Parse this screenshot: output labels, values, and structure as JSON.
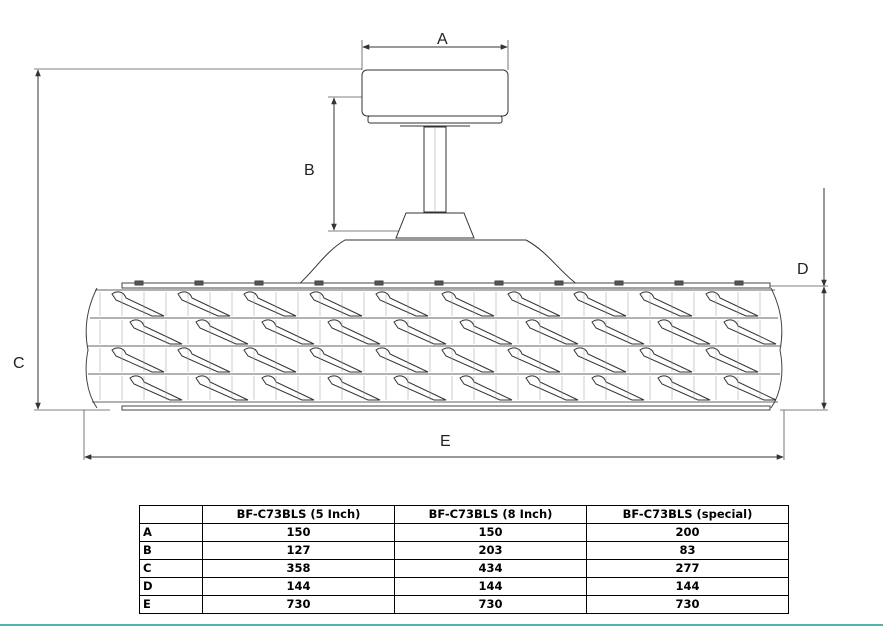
{
  "diagram": {
    "labels": {
      "A": "A",
      "B": "B",
      "C": "C",
      "D": "D",
      "E": "E"
    }
  },
  "table": {
    "headers": [
      "",
      "BF-C73BLS (5 Inch)",
      "BF-C73BLS (8 Inch)",
      "BF-C73BLS (special)"
    ],
    "rows": [
      {
        "label": "A",
        "values": [
          "150",
          "150",
          "200"
        ]
      },
      {
        "label": "B",
        "values": [
          "127",
          "203",
          "83"
        ]
      },
      {
        "label": "C",
        "values": [
          "358",
          "434",
          "277"
        ]
      },
      {
        "label": "D",
        "values": [
          "144",
          "144",
          "144"
        ]
      },
      {
        "label": "E",
        "values": [
          "730",
          "730",
          "730"
        ]
      }
    ]
  }
}
